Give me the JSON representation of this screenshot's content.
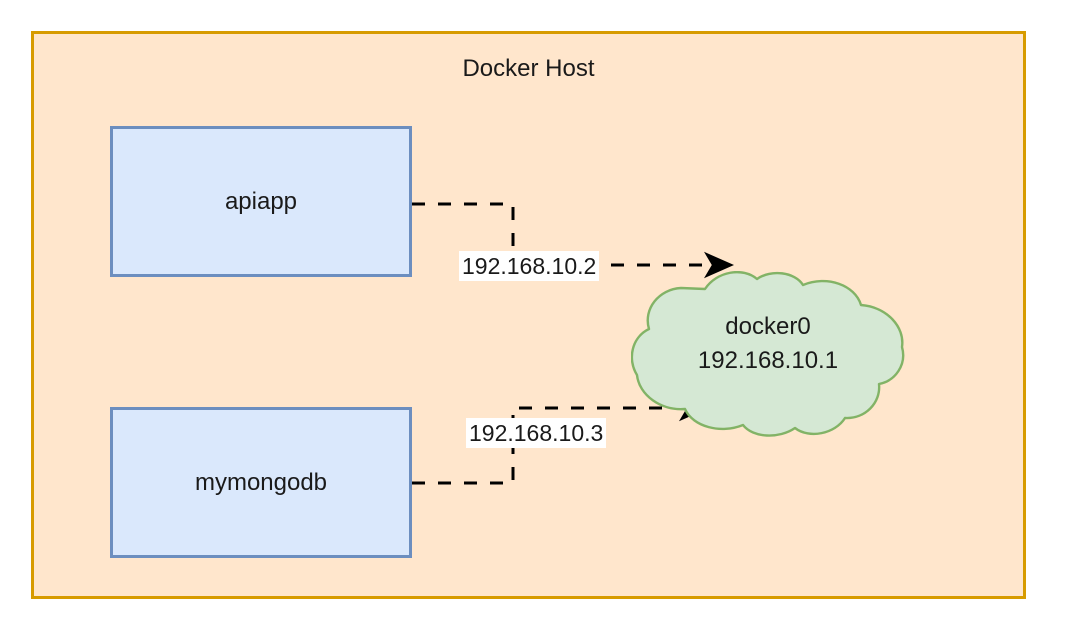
{
  "diagram": {
    "type": "network-diagram",
    "background_color": "#ffffff",
    "host": {
      "title": "Docker Host",
      "fill_color": "#ffe6cc",
      "border_color": "#d79b00"
    },
    "containers": [
      {
        "name": "apiapp",
        "label": "apiapp",
        "ip": "192.168.10.2",
        "fill_color": "#dae8fc",
        "border_color": "#6c8ebf"
      },
      {
        "name": "mymongodb",
        "label": "mymongodb",
        "ip": "192.168.10.3",
        "fill_color": "#dae8fc",
        "border_color": "#6c8ebf"
      }
    ],
    "bridge": {
      "name": "docker0",
      "label": "docker0",
      "ip": "192.168.10.1",
      "shape": "cloud",
      "fill_color": "#d5e8d4",
      "border_color": "#82b366"
    },
    "connections": [
      {
        "from": "apiapp",
        "to": "docker0",
        "label": "192.168.10.2",
        "style": "dashed",
        "arrow": "end",
        "color": "#000000"
      },
      {
        "from": "mymongodb",
        "to": "docker0",
        "label": "192.168.10.3",
        "style": "dashed",
        "arrow": "end",
        "color": "#000000"
      }
    ]
  }
}
